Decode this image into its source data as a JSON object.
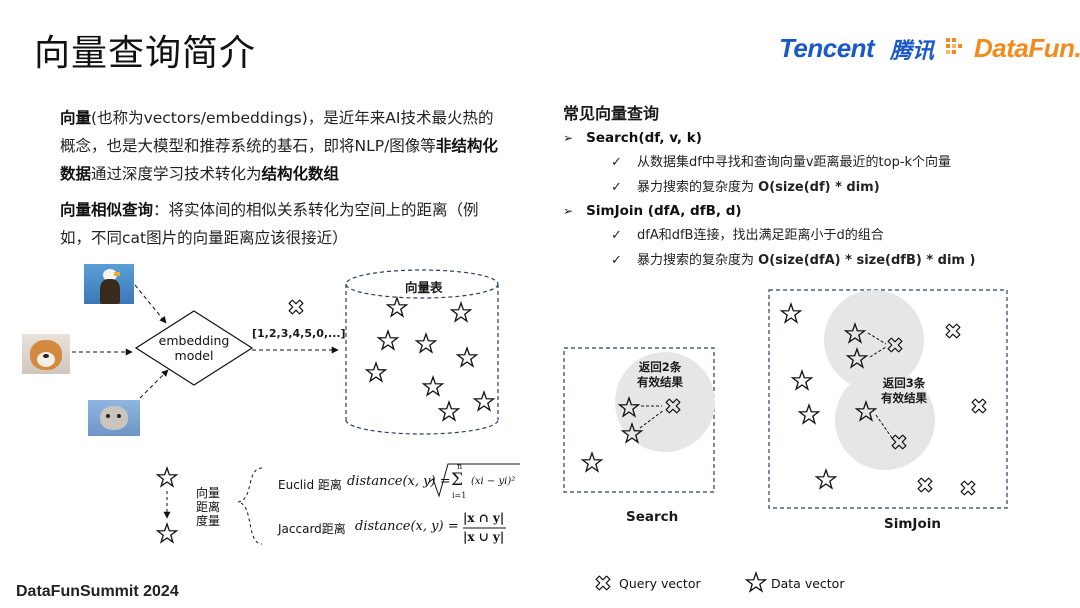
{
  "title": "向量查询简介",
  "logos": {
    "tencent": "Tencent",
    "tencent_cn": "腾讯",
    "datafun": "DataFun."
  },
  "intro": {
    "p1_a": "向量",
    "p1_b": "(也称为vectors/embeddings)，是近年来AI技术最火热的概念，也是大模型和推荐系统的基石，即将NLP/图像等",
    "p1_c": "非结构化数据",
    "p1_d": "通过深度学习技术转化为",
    "p1_e": "结构化数组",
    "p2_a": "向量相似查询",
    "p2_b": "：将实体间的相似关系转化为空间上的距离（例如，不同cat图片的向量距离应该很接近）"
  },
  "pipeline": {
    "model_label_1": "embedding",
    "model_label_2": "model",
    "vector_text": "[1,2,3,4,5,0,...]",
    "table_label": "向量表"
  },
  "distance": {
    "label_1": "向量",
    "label_2": "距离",
    "label_3": "度量",
    "euclid_label": "Euclid 距离",
    "euclid_formula_lhs": "distance(x, y) =",
    "euclid_sum_top": "n",
    "euclid_sum_bottom": "i=1",
    "euclid_term": "(xi − yi)²",
    "jaccard_label": "Jaccard距离",
    "jaccard_formula_lhs": "distance(x, y) =",
    "jaccard_num": "|x ∩ y|",
    "jaccard_den": "|x ∪ y|"
  },
  "queries": {
    "heading": "常见向量查询",
    "items": [
      {
        "label": "Search(df, v, k)",
        "subs": [
          {
            "text": "从数据集df中寻找和查询向量v距离最近的top-k个向量",
            "bold": ""
          },
          {
            "text": "暴力搜索的复杂度为 ",
            "bold": "O(size(df) * dim)"
          }
        ]
      },
      {
        "label": "SimJoin (dfA, dfB, d)",
        "subs": [
          {
            "text": "dfA和dfB连接，找出满足距离小于d的组合",
            "bold": ""
          },
          {
            "text": "暴力搜索的复杂度为 ",
            "bold": "O(size(dfA) * size(dfB) * dim )"
          }
        ]
      }
    ]
  },
  "search_panel": {
    "result_line1": "返回2条",
    "result_line2": "有效结果",
    "caption": "Search"
  },
  "simjoin_panel": {
    "result_line1": "返回3条",
    "result_line2": "有效结果",
    "caption": "SimJoin"
  },
  "legend": {
    "query": "Query vector",
    "data": "Data vector"
  },
  "footer": "DataFunSummit 2024",
  "colors": {
    "tencent_blue": "#1b58c9",
    "datafun_orange": "#f28a1c",
    "dash_navy": "#2b3d6b",
    "circle_gray": "#e6e6e6"
  },
  "icons": {
    "bullet": "arrow-bullet-icon",
    "check": "check-icon",
    "data_vector": "star-icon",
    "query_vector": "cross-icon"
  }
}
